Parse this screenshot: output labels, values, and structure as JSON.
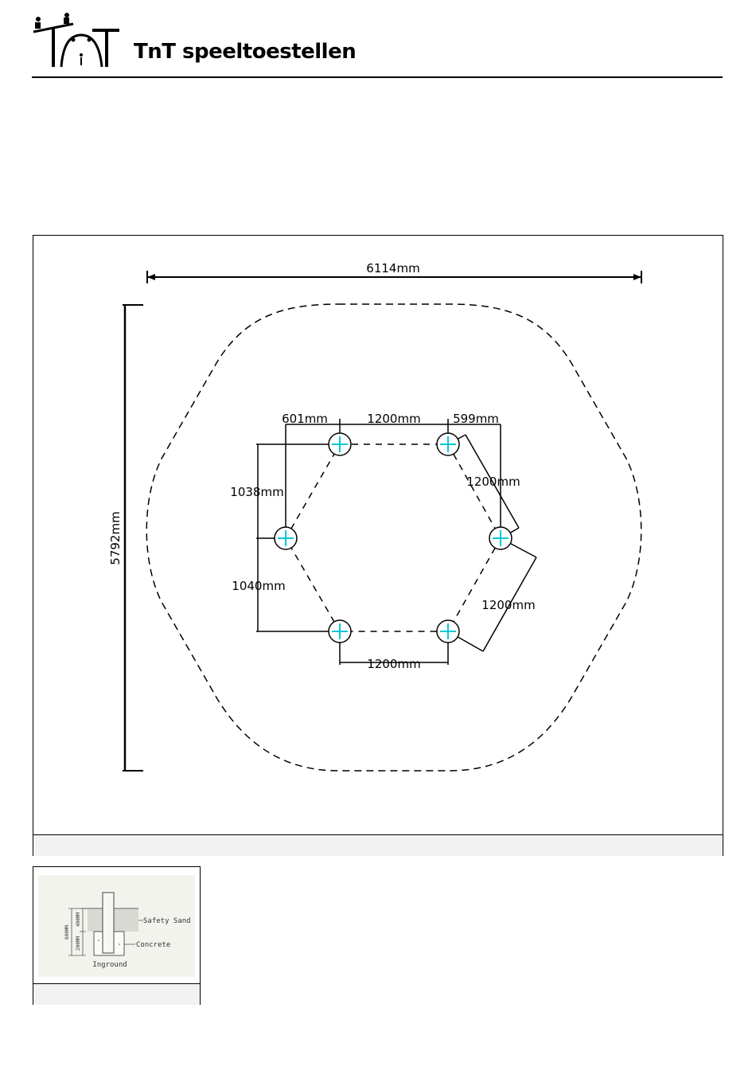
{
  "header": {
    "brand_name": "TnT speeltoestellen",
    "logo_icon": "tnt-playground-logo-icon"
  },
  "plan": {
    "overall_width": "6114mm",
    "overall_height": "5792mm",
    "offset_left": "601mm",
    "spacing_top": "1200mm",
    "offset_right": "599mm",
    "spacing_upper_right": "1200mm",
    "vertical_upper": "1038mm",
    "vertical_lower": "1040mm",
    "spacing_lower_right": "1200mm",
    "spacing_bottom": "1200mm",
    "post_marker_color": "#00c8d8",
    "post_count": 6
  },
  "foundation": {
    "label_sand": "Safety Sand",
    "label_concrete": "Concrete",
    "label_inground": "Inground",
    "depth_total": "600MM",
    "depth_upper": "400MM",
    "depth_lower": "200MM"
  }
}
